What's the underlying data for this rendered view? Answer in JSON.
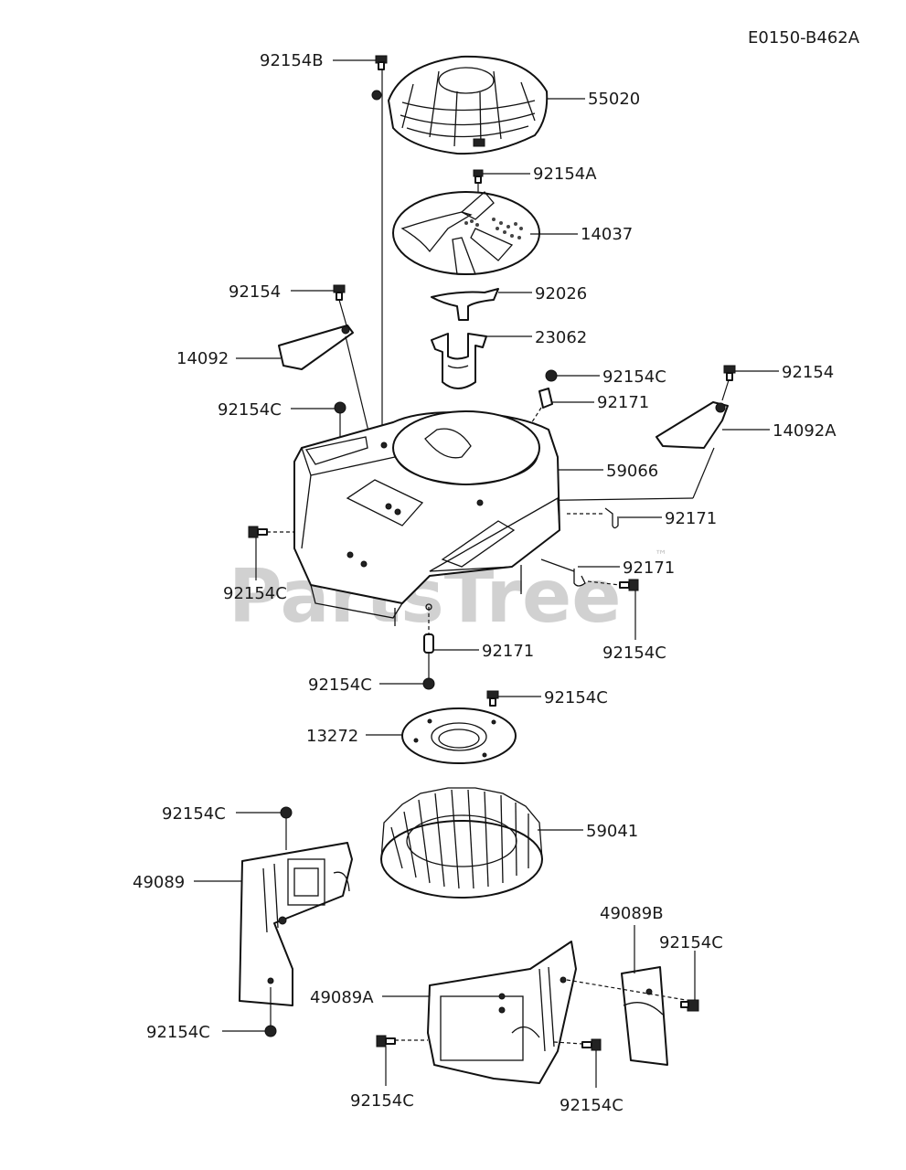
{
  "diagram_id": "E0150-B462A",
  "watermark": "PartsTree",
  "watermark_tm": "™",
  "labels": {
    "l92154B": "92154B",
    "l55020": "55020",
    "l92154A": "92154A",
    "l14037": "14037",
    "l92154_left": "92154",
    "l92026": "92026",
    "l14092": "14092",
    "l23062": "23062",
    "l92154C_tr": "92154C",
    "l92154_right": "92154",
    "l92171_top": "92171",
    "l92154C_mid": "92154C",
    "l14092A": "14092A",
    "l59066": "59066",
    "l92171_right": "92171",
    "l92154C_left": "92154C",
    "l92171_lower": "92171",
    "l92154C_right": "92154C",
    "l92171_bottom": "92171",
    "l92154C_center": "92154C",
    "l92154C_plate": "92154C",
    "l13272": "13272",
    "l92154C_shield": "92154C",
    "l59041": "59041",
    "l49089": "49089",
    "l49089B": "49089B",
    "l92154C_br": "92154C",
    "l49089A": "49089A",
    "l92154C_bl": "92154C",
    "l92154C_bot_left": "92154C",
    "l92154C_bot_mid": "92154C"
  }
}
